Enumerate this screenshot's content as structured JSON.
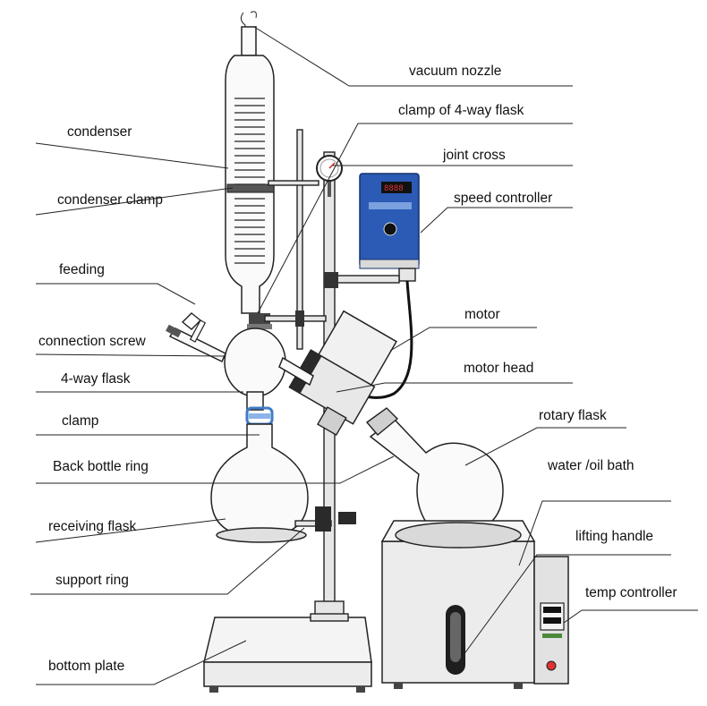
{
  "colors": {
    "controller_blue": "#2b5bb5",
    "clamp_blue": "#3f7cc9",
    "line": "#222222",
    "background": "#ffffff"
  },
  "labels": {
    "vacuum_nozzle": "vacuum nozzle",
    "condenser": "condenser",
    "clamp_4way": "clamp of 4-way flask",
    "joint_cross": "joint cross",
    "condenser_clamp": "condenser clamp",
    "speed_controller": "speed controller",
    "feeding": "feeding",
    "motor": "motor",
    "connection_screw": "connection screw",
    "motor_head": "motor head",
    "four_way_flask": "4-way flask",
    "rotary_flask": "rotary flask",
    "clamp": "clamp",
    "water_oil_bath": "water /oil bath",
    "back_bottle_ring": "Back bottle ring",
    "lifting_handle": "lifting handle",
    "receiving_flask": "receiving flask",
    "temp_controller": "temp controller",
    "support_ring": "support ring",
    "bottom_plate": "bottom plate"
  },
  "icons": [
    "rotary-evaporator-illustration",
    "pressure-gauge-icon",
    "display-panel-icon",
    "knob-icon"
  ]
}
